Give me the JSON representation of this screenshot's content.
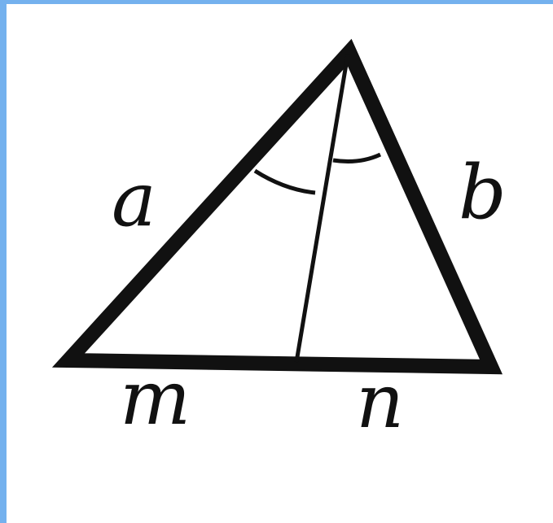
{
  "diagram": {
    "labels": {
      "a": "a",
      "b": "b",
      "m": "m",
      "n": "n"
    },
    "colors": {
      "frame": "#74b1ee",
      "ink": "#111111",
      "background": "#ffffff"
    }
  }
}
